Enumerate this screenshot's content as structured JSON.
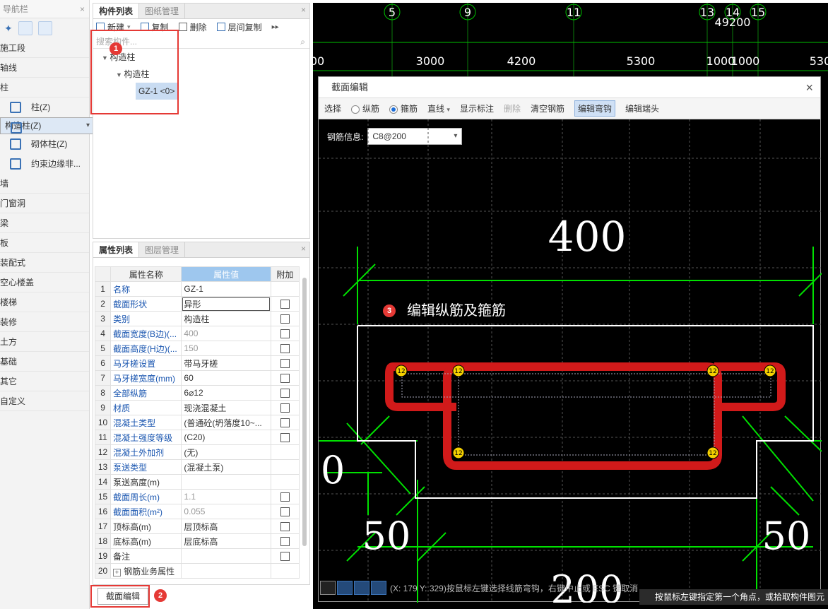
{
  "nav": {
    "title": "导航栏",
    "close": "×",
    "sections": [
      "施工段",
      "轴线",
      "柱"
    ],
    "column_items": [
      {
        "label": "柱(Z)",
        "icon": "column-icon"
      },
      {
        "label": "构造柱(Z)",
        "icon": "structural-column-icon"
      },
      {
        "label": "砌体柱(Z)",
        "icon": "masonry-column-icon"
      },
      {
        "label": "约束边缘非...",
        "icon": "boundary-column-icon"
      }
    ],
    "more_sections": [
      "墙",
      "门窗洞",
      "梁",
      "板",
      "装配式",
      "空心楼盖",
      "楼梯",
      "装修",
      "土方",
      "基础",
      "其它",
      "自定义"
    ]
  },
  "components": {
    "tabs": [
      "构件列表",
      "图纸管理"
    ],
    "toolbar": {
      "new": "新建",
      "copy": "复制",
      "delete": "删除",
      "floor_copy": "层间复制"
    },
    "search_placeholder": "搜索构件...",
    "tree": {
      "level1": "构造柱",
      "level2": "构造柱",
      "item": "GZ-1 <0>"
    }
  },
  "properties": {
    "tabs": [
      "属性列表",
      "图层管理"
    ],
    "headers": {
      "name": "属性名称",
      "value": "属性值",
      "extra": "附加"
    },
    "rows": [
      {
        "n": "1",
        "name": "名称",
        "value": "GZ-1",
        "blue": true,
        "gray": false,
        "cb": false
      },
      {
        "n": "2",
        "name": "截面形状",
        "value": "异形",
        "blue": true,
        "gray": false,
        "cb": true
      },
      {
        "n": "3",
        "name": "类别",
        "value": "构造柱",
        "blue": true,
        "gray": false,
        "cb": true
      },
      {
        "n": "4",
        "name": "截面宽度(B边)(...",
        "value": "400",
        "blue": true,
        "gray": true,
        "cb": true
      },
      {
        "n": "5",
        "name": "截面高度(H边)(...",
        "value": "150",
        "blue": true,
        "gray": true,
        "cb": true
      },
      {
        "n": "6",
        "name": "马牙槎设置",
        "value": "带马牙槎",
        "blue": true,
        "gray": false,
        "cb": true
      },
      {
        "n": "7",
        "name": "马牙槎宽度(mm)",
        "value": "60",
        "blue": true,
        "gray": false,
        "cb": true
      },
      {
        "n": "8",
        "name": "全部纵筋",
        "value": "6⌀12",
        "blue": true,
        "gray": false,
        "cb": true
      },
      {
        "n": "9",
        "name": "材质",
        "value": "现浇混凝土",
        "blue": true,
        "gray": false,
        "cb": true
      },
      {
        "n": "10",
        "name": "混凝土类型",
        "value": "(普通砼(坍落度10~...",
        "blue": true,
        "gray": false,
        "cb": true
      },
      {
        "n": "11",
        "name": "混凝土强度等级",
        "value": "(C20)",
        "blue": true,
        "gray": false,
        "cb": true
      },
      {
        "n": "12",
        "name": "混凝土外加剂",
        "value": "(无)",
        "blue": true,
        "gray": false,
        "cb": false
      },
      {
        "n": "13",
        "name": "泵送类型",
        "value": "(混凝土泵)",
        "blue": true,
        "gray": false,
        "cb": false
      },
      {
        "n": "14",
        "name": "泵送高度(m)",
        "value": "",
        "blue": false,
        "gray": false,
        "cb": false
      },
      {
        "n": "15",
        "name": "截面周长(m)",
        "value": "1.1",
        "blue": true,
        "gray": true,
        "cb": true
      },
      {
        "n": "16",
        "name": "截面面积(m²)",
        "value": "0.055",
        "blue": true,
        "gray": true,
        "cb": true
      },
      {
        "n": "17",
        "name": "顶标高(m)",
        "value": "层顶标高",
        "blue": false,
        "gray": false,
        "cb": true
      },
      {
        "n": "18",
        "name": "底标高(m)",
        "value": "层底标高",
        "blue": false,
        "gray": false,
        "cb": true
      },
      {
        "n": "19",
        "name": "备注",
        "value": "",
        "blue": false,
        "gray": false,
        "cb": true
      },
      {
        "n": "20",
        "name": "钢筋业务属性",
        "value": "",
        "blue": false,
        "gray": false,
        "cb": false,
        "expand": true
      }
    ],
    "section_button": "截面编辑"
  },
  "badges": {
    "b1": "1",
    "b2": "2",
    "b3": "3"
  },
  "cad": {
    "axis_labels": [
      "5",
      "9",
      "11",
      "13",
      "14",
      "15"
    ],
    "total_dim": "49200",
    "dims": [
      "00",
      "3000",
      "4200",
      "5300",
      "1000",
      "1000",
      "530"
    ]
  },
  "dialog": {
    "title": "截面编辑",
    "close": "×",
    "tools": {
      "select": "选择",
      "longitudinal": "纵筋",
      "stirrup": "箍筋",
      "line": "直线",
      "show_label": "显示标注",
      "delete": "删除",
      "clear": "清空钢筋",
      "edit_hook": "编辑弯钩",
      "edit_end": "编辑端头"
    },
    "rebar_label": "钢筋信息:",
    "rebar_value": "C8@200",
    "dim_top": "400",
    "dim_left": "50",
    "dim_right": "50",
    "dim_bottom": "200",
    "side_dim": "0",
    "bar_label": "12",
    "callout": "编辑纵筋及箍筋"
  },
  "status_text": "(X: 179 Y: 329)按鼠标左键选择线筋弯钩，右键中止或 ESC 键取消",
  "hint_text": "按鼠标左键指定第一个角点，或拾取构件图元",
  "colors": {
    "accent": "#1e6fd9",
    "red": "#e53935",
    "rebar": "#d11a1a",
    "green": "#00e000"
  }
}
